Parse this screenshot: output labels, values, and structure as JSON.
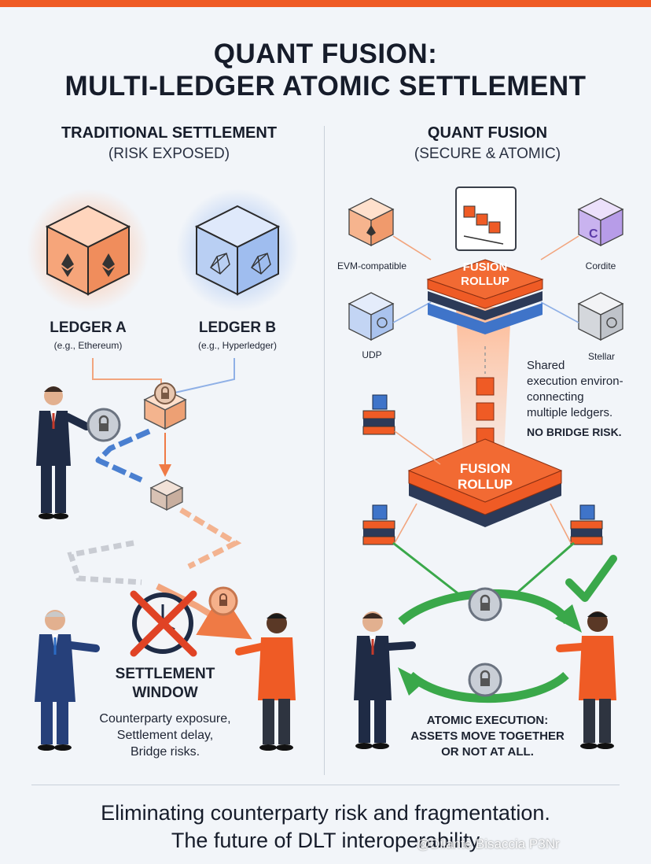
{
  "title": {
    "line1": "QUANT FUSION:",
    "line2": "MULTI-LEDGER ATOMIC SETTLEMENT"
  },
  "left": {
    "heading": "TRADITIONAL SETTLEMENT",
    "subheading": "(RISK EXPOSED)",
    "ledger_a": {
      "name": "LEDGER A",
      "example": "(e.g., Ethereum)"
    },
    "ledger_b": {
      "name": "LEDGER B",
      "example": "(e.g., Hyperledger)"
    },
    "window_title_1": "SETTLEMENT",
    "window_title_2": "WINDOW",
    "risks": [
      "Counterparty exposure,",
      "Settlement delay,",
      "Bridge risks."
    ]
  },
  "right": {
    "heading": "QUANT FUSION",
    "subheading": "(SECURE & ATOMIC)",
    "ledgers": [
      "EVM-compatible",
      "Cordite",
      "UDP",
      "Stellar"
    ],
    "rollup_top": [
      "FUSION",
      "ROLLUP"
    ],
    "rollup_bottom": [
      "FUSION",
      "ROLLUP"
    ],
    "shared_text": [
      "Shared",
      "execution environ-",
      "connecting",
      "multiple ledgers."
    ],
    "no_bridge": "NO BRIDGE RISK.",
    "atomic": [
      "ATOMIC EXECUTION:",
      "ASSETS MOVE TOGETHER",
      "OR NOT AT ALL."
    ]
  },
  "footer": {
    "line1": "Eliminating counterparty risk and fragmentation.",
    "line2": "The future of DLT interoperability"
  },
  "watermark": "@Dilante Bisaccia P3Nr",
  "colors": {
    "accent": "#ef5b25",
    "blue": "#3f74c9",
    "green": "#3aa84a",
    "navy": "#1f2b45"
  },
  "icons": [
    "ethereum-icon",
    "hyperledger-icon",
    "lock-icon",
    "clock-icon",
    "cross-icon",
    "check-icon"
  ]
}
